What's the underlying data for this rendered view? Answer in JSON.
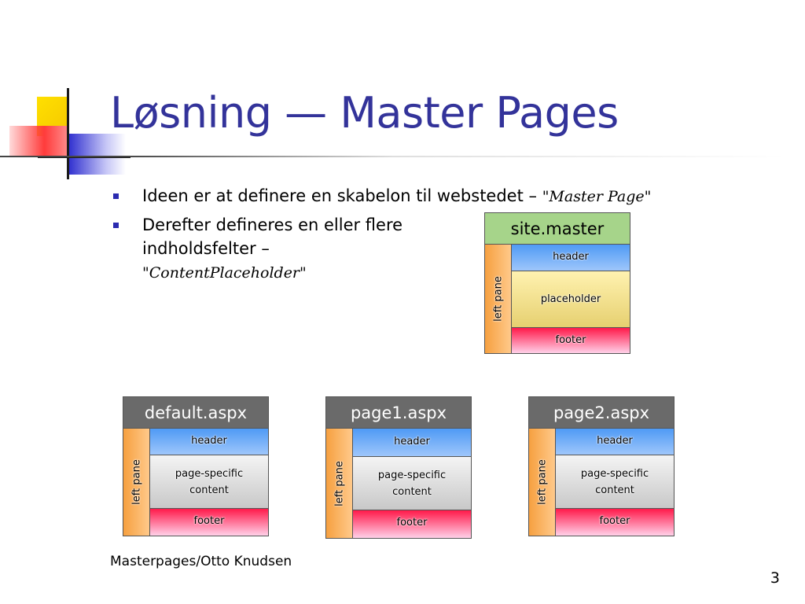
{
  "slide": {
    "title": "Løsning — Master Pages",
    "bullets": [
      {
        "text": "Ideen er at definere en skabelon til webstedet – ",
        "emphasis": "\"Master Page\""
      },
      {
        "text": "Derefter defineres en eller flere indholdsfelter – ",
        "emphasis": "\"ContentPlaceholder\""
      }
    ],
    "footer": "Masterpages/Otto Knudsen",
    "page_number": "3"
  },
  "diagram": {
    "master": {
      "title": "site.master",
      "left_pane": "left pane",
      "header": "header",
      "content": "placeholder",
      "footer": "footer"
    },
    "pages": [
      {
        "title": "default.aspx",
        "left_pane": "left pane",
        "header": "header",
        "content": "page-specific content",
        "footer": "footer"
      },
      {
        "title": "page1.aspx",
        "left_pane": "left pane",
        "header": "header",
        "content": "page-specific content",
        "footer": "footer"
      },
      {
        "title": "page2.aspx",
        "left_pane": "left pane",
        "header": "header",
        "content": "page-specific content",
        "footer": "footer"
      }
    ],
    "colors": {
      "master_title": "#a6d48a",
      "page_title": "#6a6a6a",
      "header": "#4f9af5",
      "left_pane": "#f6a040",
      "footer": "#ff1a4a",
      "placeholder": "#e6d070",
      "title_text": "#33339a"
    }
  }
}
